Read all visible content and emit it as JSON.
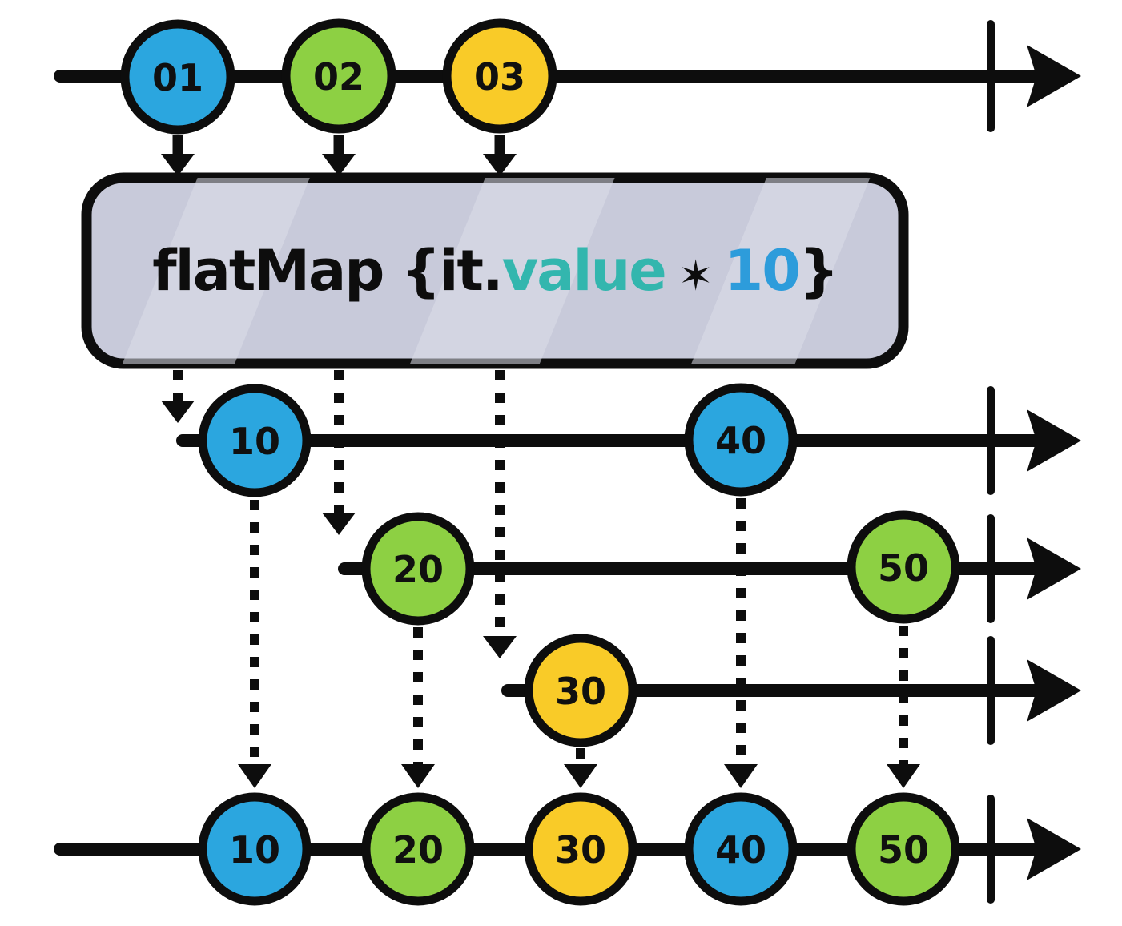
{
  "colors": {
    "blue": "#2BA6DF",
    "green": "#8DD043",
    "yellow": "#F9CB28",
    "teal": "#33B6AE",
    "code_blue": "#2D9CDB",
    "ink": "#0D0D0D",
    "box_fill": "#C8CADA",
    "box_stripe": "#DCDEE9"
  },
  "operator": {
    "prefix": "flatMap {it.",
    "property": "value",
    "star": " ✶ ",
    "multiplier": "10",
    "close": "}"
  },
  "streams": {
    "source": {
      "marbles": [
        {
          "label": "01"
        },
        {
          "label": "02"
        },
        {
          "label": "03"
        }
      ]
    },
    "inner1": {
      "marbles": [
        {
          "label": "10"
        },
        {
          "label": "40"
        }
      ]
    },
    "inner2": {
      "marbles": [
        {
          "label": "20"
        },
        {
          "label": "50"
        }
      ]
    },
    "inner3": {
      "marbles": [
        {
          "label": "30"
        }
      ]
    },
    "output": {
      "marbles": [
        {
          "label": "10"
        },
        {
          "label": "20"
        },
        {
          "label": "30"
        },
        {
          "label": "40"
        },
        {
          "label": "50"
        }
      ]
    }
  }
}
